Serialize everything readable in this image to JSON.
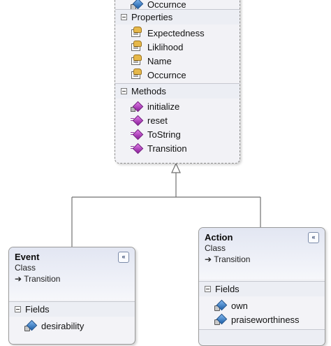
{
  "parent_class": {
    "fields": [
      {
        "name": "Occurnce",
        "icon": "field-icon"
      }
    ],
    "properties_label": "Properties",
    "properties": [
      {
        "name": "Expectedness",
        "icon": "property-icon"
      },
      {
        "name": "Liklihood",
        "icon": "property-icon"
      },
      {
        "name": "Name",
        "icon": "property-icon"
      },
      {
        "name": "Occurnce",
        "icon": "property-icon"
      }
    ],
    "methods_label": "Methods",
    "methods": [
      {
        "name": "initialize",
        "icon": "method-icon"
      },
      {
        "name": "reset",
        "icon": "method-icon"
      },
      {
        "name": "ToString",
        "icon": "method-icon"
      },
      {
        "name": "Transition",
        "icon": "method-icon"
      }
    ]
  },
  "event_class": {
    "title": "Event",
    "kind": "Class",
    "inherits": "Transition",
    "fields_label": "Fields",
    "fields": [
      {
        "name": "desirability",
        "icon": "field-icon"
      }
    ]
  },
  "action_class": {
    "title": "Action",
    "kind": "Class",
    "inherits": "Transition",
    "fields_label": "Fields",
    "fields": [
      {
        "name": "own",
        "icon": "field-icon"
      },
      {
        "name": "praiseworthiness",
        "icon": "field-icon"
      }
    ]
  },
  "glyphs": {
    "collapse": "«",
    "inherit_arrow": "➔"
  },
  "colors": {
    "box_border": "#9a9a9a",
    "header_gradient_top": "#e2e6f2",
    "connector": "#707070"
  }
}
